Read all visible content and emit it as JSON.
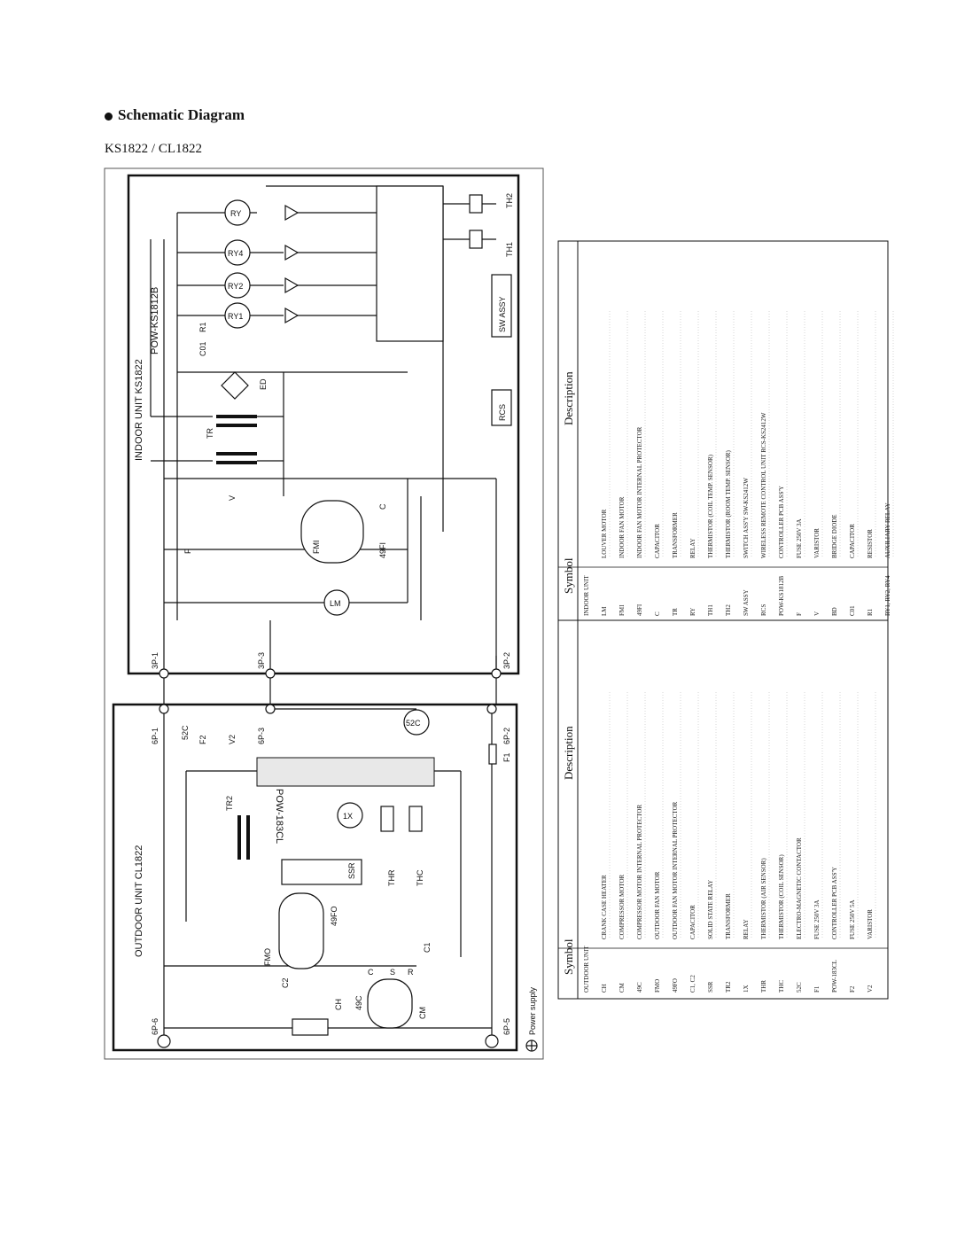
{
  "page": {
    "title": "Schematic Diagram",
    "model": "KS1822 / CL1822"
  },
  "indoor": {
    "label": "INDOOR UNIT KS1822",
    "pcb": "POW-KS1812B",
    "components": [
      "RY",
      "RY4",
      "RY2",
      "RY1",
      "R1",
      "C01",
      "ED",
      "TR",
      "V",
      "F",
      "FMI",
      "LM",
      "C",
      "49FI",
      "RCS",
      "SW ASSY",
      "TH1",
      "TH2"
    ],
    "terminals": [
      "3P-1",
      "3P-3",
      "3P-2"
    ]
  },
  "outdoor": {
    "label": "OUTDOOR UNIT CL1822",
    "pcb": "POW-183CL",
    "components": [
      "52C",
      "F2",
      "V2",
      "TR2",
      "1X",
      "SSR",
      "THR",
      "THC",
      "FMO",
      "49FO",
      "C2",
      "49C",
      "C",
      "S",
      "R",
      "C1",
      "CM",
      "CH",
      "F1"
    ],
    "terminals": [
      "6P-1",
      "6P-3",
      "6P-2",
      "6P-6",
      "6P-5"
    ],
    "power": "Power supply"
  },
  "indoor_table": {
    "heading_symbol": "Symbol",
    "heading_desc": "Description",
    "group": "INDOOR UNIT",
    "rows": [
      {
        "sym": "LM",
        "desc": "LOUVER MOTOR"
      },
      {
        "sym": "FMI",
        "desc": "INDOOR FAN MOTOR"
      },
      {
        "sym": "49FI",
        "desc": "INDOOR FAN MOTOR INTERNAL PROTECTOR"
      },
      {
        "sym": "C",
        "desc": "CAPACITOR"
      },
      {
        "sym": "TR",
        "desc": "TRANSFORMER"
      },
      {
        "sym": "RY",
        "desc": "RELAY"
      },
      {
        "sym": "TH1",
        "desc": "THERMISTOR (COIL TEMP. SENSOR)"
      },
      {
        "sym": "TH2",
        "desc": "THERMISTOR (ROOM TEMP. SENSOR)"
      },
      {
        "sym": "SW ASSY",
        "desc": "SWITCH ASS'Y SW-KS2412W"
      },
      {
        "sym": "RCS",
        "desc": "WIRELESS REMOTE CONTROL UNIT RCS-KS2412W"
      },
      {
        "sym": "POW-KS1812B",
        "desc": "CONTROLLER PCB ASS'Y"
      },
      {
        "sym": "F",
        "desc": "FUSE 250V 3A"
      },
      {
        "sym": "V",
        "desc": "VARISTOR"
      },
      {
        "sym": "BD",
        "desc": "BRIDGE DIODE"
      },
      {
        "sym": "C01",
        "desc": "CAPACITOR"
      },
      {
        "sym": "R1",
        "desc": "RESISTOR"
      },
      {
        "sym": "RY1, RY2, RY4",
        "desc": "AUXILIARY RELAY"
      }
    ]
  },
  "outdoor_table": {
    "heading_symbol": "Symbol",
    "heading_desc": "Description",
    "group": "OUTDOOR UNIT",
    "rows": [
      {
        "sym": "CH",
        "desc": "CRANK CASE HEATER"
      },
      {
        "sym": "CM",
        "desc": "COMPRESSOR MOTOR"
      },
      {
        "sym": "49C",
        "desc": "COMPRESSOR MOTOR INTERNAL PROTECTOR"
      },
      {
        "sym": "FMO",
        "desc": "OUTDOOR FAN MOTOR"
      },
      {
        "sym": "49FO",
        "desc": "OUTDOOR FAN MOTOR INTERNAL PROTECTOR"
      },
      {
        "sym": "C1, C2",
        "desc": "CAPACITOR"
      },
      {
        "sym": "SSR",
        "desc": "SOLID STATE RELAY"
      },
      {
        "sym": "TR2",
        "desc": "TRANSFORMER"
      },
      {
        "sym": "1X",
        "desc": "RELAY"
      },
      {
        "sym": "THR",
        "desc": "THERMISTOR (AIR SENSOR)"
      },
      {
        "sym": "THC",
        "desc": "THERMISTOR (COIL SENSOR)"
      },
      {
        "sym": "52C",
        "desc": "ELECTRO-MAGNETIC CONTACTOR"
      },
      {
        "sym": "F1",
        "desc": "FUSE 250V 3A"
      },
      {
        "sym": "POW-183CL",
        "desc": "CONTROLLER PCB ASS'Y"
      },
      {
        "sym": "F2",
        "desc": "FUSE 250V 5A"
      },
      {
        "sym": "V2",
        "desc": "VARISTOR"
      }
    ]
  }
}
